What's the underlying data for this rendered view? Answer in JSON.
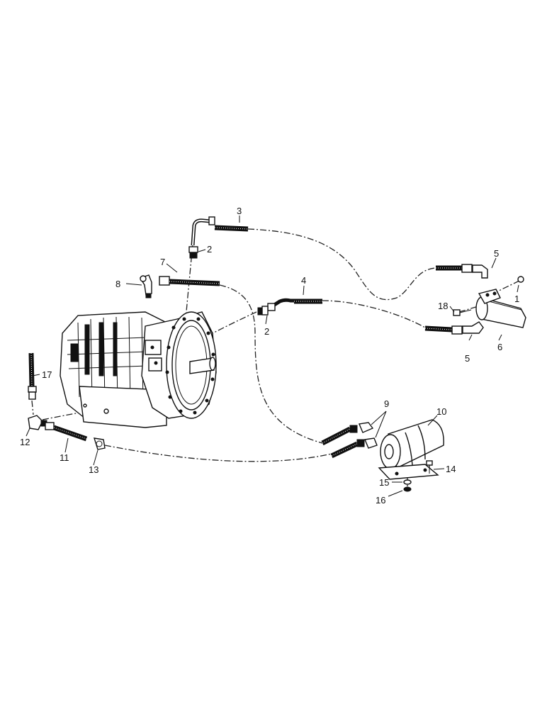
{
  "callouts": [
    {
      "id": "1",
      "text": "1"
    },
    {
      "id": "2a",
      "text": "2"
    },
    {
      "id": "2b",
      "text": "2"
    },
    {
      "id": "3",
      "text": "3"
    },
    {
      "id": "4",
      "text": "4"
    },
    {
      "id": "5a",
      "text": "5"
    },
    {
      "id": "5b",
      "text": "5"
    },
    {
      "id": "6",
      "text": "6"
    },
    {
      "id": "7",
      "text": "7"
    },
    {
      "id": "8",
      "text": "8"
    },
    {
      "id": "9",
      "text": "9"
    },
    {
      "id": "10",
      "text": "10"
    },
    {
      "id": "11",
      "text": "11"
    },
    {
      "id": "12",
      "text": "12"
    },
    {
      "id": "13",
      "text": "13"
    },
    {
      "id": "14",
      "text": "14"
    },
    {
      "id": "15",
      "text": "15"
    },
    {
      "id": "16",
      "text": "16"
    },
    {
      "id": "17",
      "text": "17"
    },
    {
      "id": "18",
      "text": "18"
    }
  ]
}
